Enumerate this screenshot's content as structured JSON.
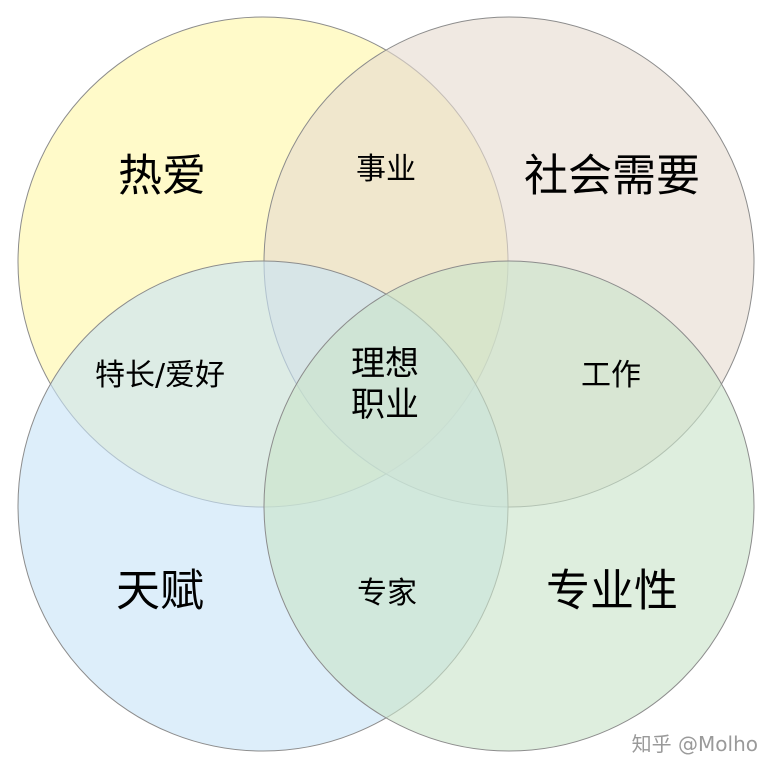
{
  "sets": [
    {
      "id": "passion",
      "label": "热爱",
      "color": "#FFF7A8"
    },
    {
      "id": "society",
      "label": "社会需要",
      "color": "#E6DCD0"
    },
    {
      "id": "talent",
      "label": "天赋",
      "color": "#C8E3F7"
    },
    {
      "id": "professionalism",
      "label": "专业性",
      "color": "#C9E3CA"
    }
  ],
  "overlaps": {
    "career": "事业",
    "specialty": "特长/爱好",
    "work": "工作",
    "expert": "专家",
    "center_line1": "理想",
    "center_line2": "职业"
  },
  "watermark": "知乎 @Molho"
}
